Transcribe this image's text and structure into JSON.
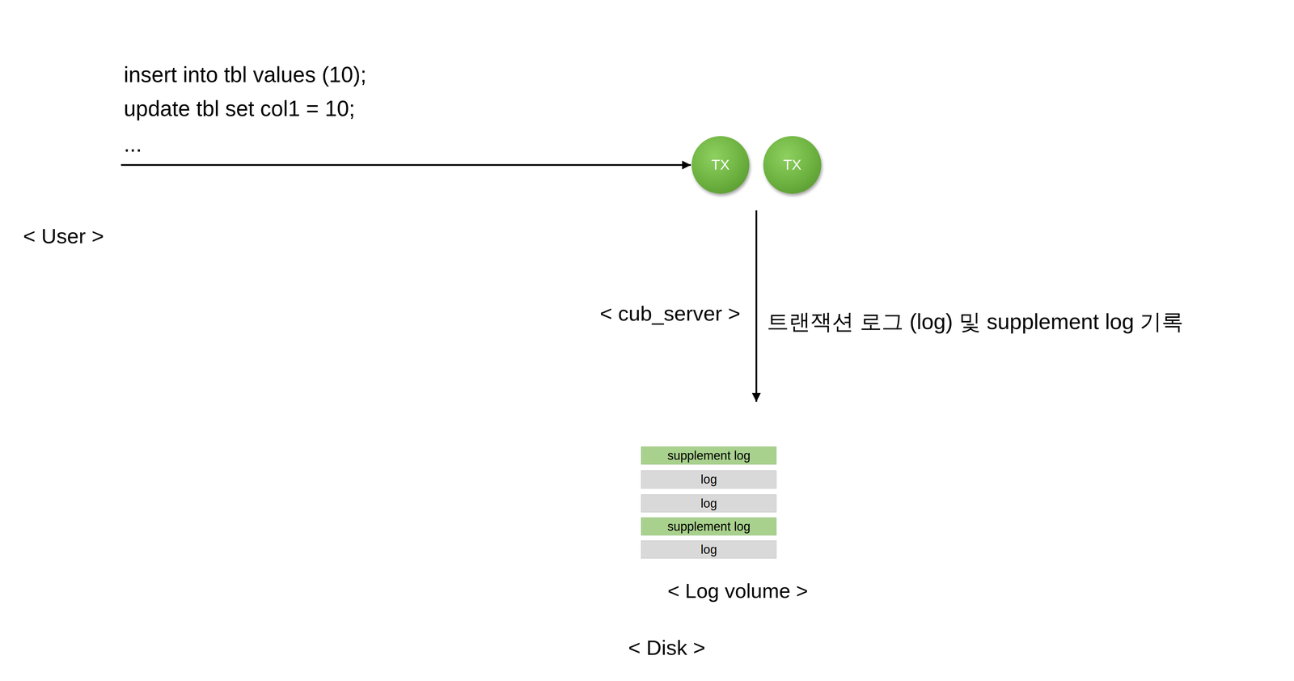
{
  "diagram": {
    "nodes": [
      {
        "text": [
          "< User >"
        ]
      },
      {
        "text": [
          "< cub_server >"
        ]
      },
      {
        "text": [
          "TX"
        ],
        "in": 1
      },
      {
        "text": [
          "TX"
        ],
        "in": 1
      },
      {
        "text": [
          "< Disk >"
        ]
      },
      {
        "text": [
          "< Log volume >"
        ],
        "in": 4
      },
      {
        "text": [
          "supplement log"
        ],
        "in": 5
      },
      {
        "text": [
          "log"
        ],
        "in": 5
      },
      {
        "text": [
          "log"
        ],
        "in": 5
      },
      {
        "text": [
          "supplement log"
        ],
        "in": 5
      },
      {
        "text": [
          "log"
        ],
        "in": 5
      }
    ],
    "edges": [
      {
        "from": 0,
        "to": 2,
        "arrow": "to"
      },
      {
        "from": 2,
        "to": 5,
        "arrow": "to",
        "label": "트랜잭션 로그 (log) 및 supplement log 기록"
      }
    ],
    "labels": [
      "insert into tbl values (10);",
      "update tbl set col1 = 10;",
      "..."
    ]
  }
}
